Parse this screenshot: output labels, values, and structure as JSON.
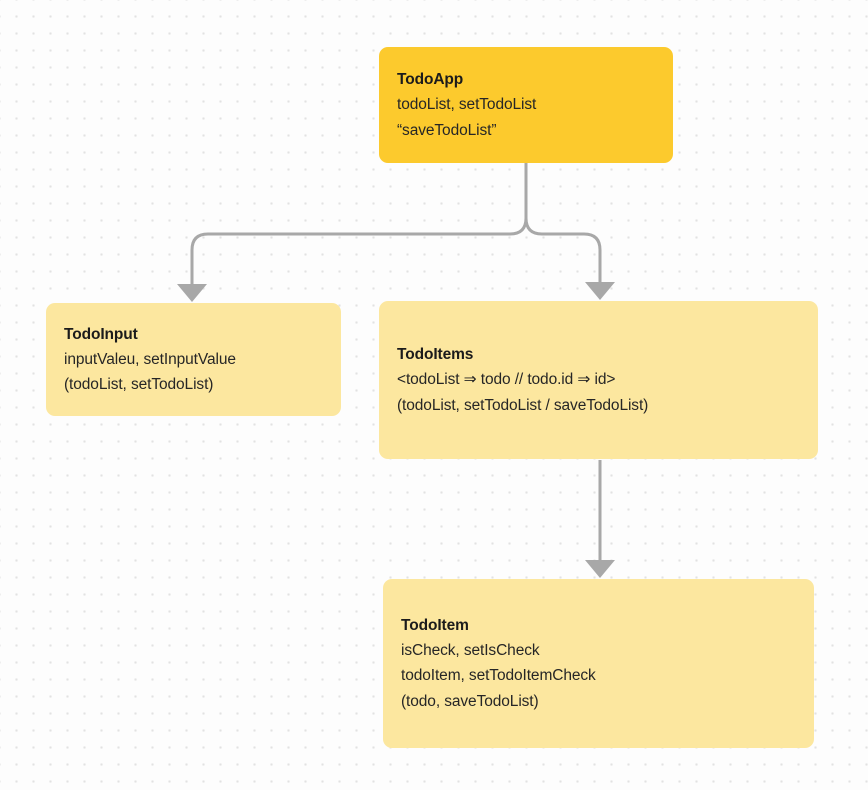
{
  "diagram": {
    "type": "component-hierarchy-flowchart",
    "background": {
      "color": "#fdfdfd",
      "pattern": "dot-grid",
      "dot_color": "#e2e2e2"
    },
    "palette": {
      "root_fill": "#fcca2d",
      "child_fill": "#fce79f",
      "connector": "#a8a8a8",
      "text": "#1b1b1b"
    },
    "nodes": [
      {
        "id": "todoapp",
        "title": "TodoApp",
        "lines": [
          "todoList, setTodoList",
          "“saveTodoList”"
        ]
      },
      {
        "id": "todoinput",
        "title": "TodoInput",
        "lines": [
          "inputValeu, setInputValue",
          "(todoList, setTodoList)"
        ]
      },
      {
        "id": "todoitems",
        "title": "TodoItems",
        "lines": [
          "<todoList ⇒ todo // todo.id ⇒ id>",
          "(todoList, setTodoList / saveTodoList)"
        ]
      },
      {
        "id": "todoitem",
        "title": "TodoItem",
        "lines": [
          "isCheck, setIsCheck",
          "todoItem, setTodoItemCheck",
          "(todo, saveTodoList)"
        ]
      }
    ],
    "edges": [
      {
        "id": "todoapp-to-todoinput",
        "from": "todoapp",
        "to": "todoinput",
        "style": "elbow-arrow"
      },
      {
        "id": "todoapp-to-todoitems",
        "from": "todoapp",
        "to": "todoitems",
        "style": "elbow-arrow"
      },
      {
        "id": "todoitems-to-todoitem",
        "from": "todoitems",
        "to": "todoitem",
        "style": "straight-arrow"
      }
    ]
  }
}
